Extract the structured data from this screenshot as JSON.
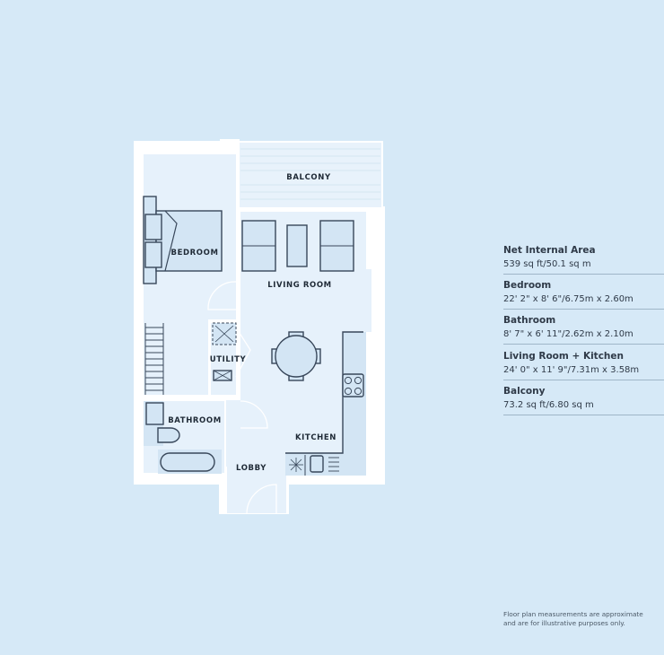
{
  "plan": {
    "rooms": {
      "balcony": "BALCONY",
      "bedroom": "BEDROOM",
      "living_room": "LIVING ROOM",
      "utility": "UTILITY",
      "bathroom": "BATHROOM",
      "kitchen": "KITCHEN",
      "lobby": "LOBBY"
    }
  },
  "specs": [
    {
      "title": "Net Internal Area",
      "value": "539 sq ft/50.1 sq m"
    },
    {
      "title": "Bedroom",
      "value": "22' 2\" x 8' 6\"/6.75m x 2.60m"
    },
    {
      "title": "Bathroom",
      "value": "8' 7\" x 6' 11\"/2.62m x 2.10m"
    },
    {
      "title": "Living Room + Kitchen",
      "value": "24' 0\" x 11' 9\"/7.31m x 3.58m"
    },
    {
      "title": "Balcony",
      "value": "73.2 sq ft/6.80 sq m"
    }
  ],
  "footnote": {
    "line1": "Floor plan measurements are approximate",
    "line2": "and are for illustrative purposes only."
  },
  "colors": {
    "background": "#d6e9f7",
    "room": "#e6f1fb",
    "wall": "#ffffff",
    "ink": "#38475a"
  }
}
